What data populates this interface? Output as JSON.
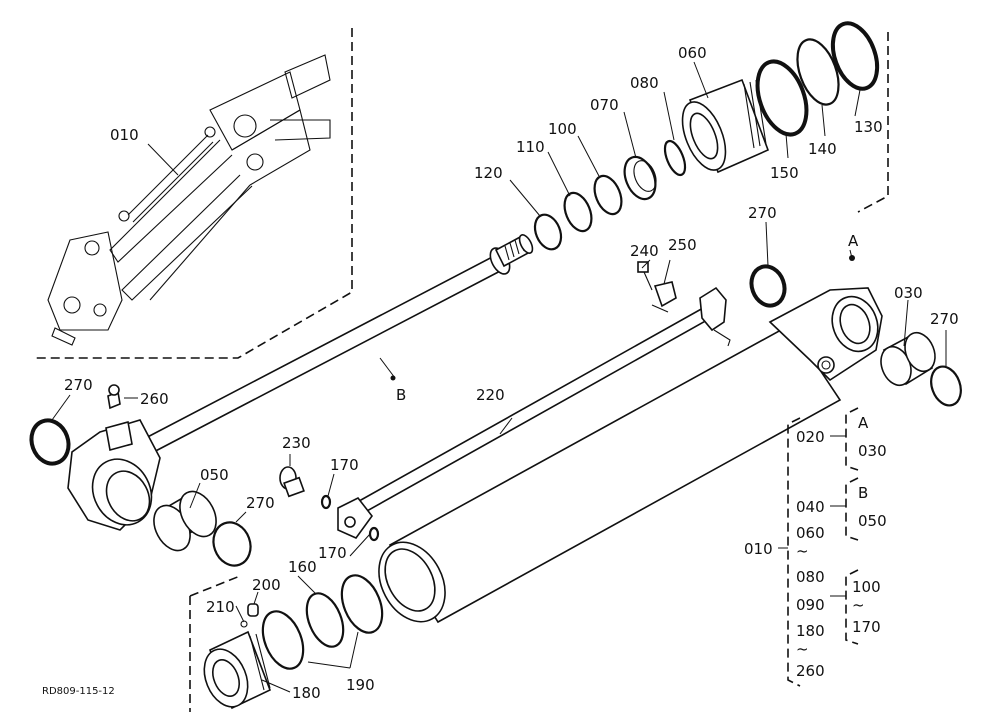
{
  "figure_code": "RD809-115-12",
  "callouts": {
    "p010": "010",
    "p060": "060",
    "p080": "080",
    "p070": "070",
    "p100": "100",
    "p110": "110",
    "p120": "120",
    "p130": "130",
    "p140": "140",
    "p150": "150",
    "p240": "240",
    "p250": "250",
    "p270_top": "270",
    "pA": "A",
    "p030": "030",
    "p270_right": "270",
    "p270_left": "270",
    "p260": "260",
    "pB": "B",
    "p220": "220",
    "p230": "230",
    "p170_a": "170",
    "p050": "050",
    "p270_mid": "270",
    "p170_b": "170",
    "p200": "200",
    "p160": "160",
    "p210": "210",
    "p190": "190",
    "p180": "180"
  },
  "legend": {
    "assembly": "010",
    "col_main": [
      "020",
      "040",
      "060",
      "~",
      "080",
      "090",
      "180",
      "~",
      "260"
    ],
    "group_a": [
      "A",
      "030"
    ],
    "group_b": [
      "B",
      "050"
    ],
    "group_range": [
      "100",
      "~",
      "170"
    ]
  }
}
